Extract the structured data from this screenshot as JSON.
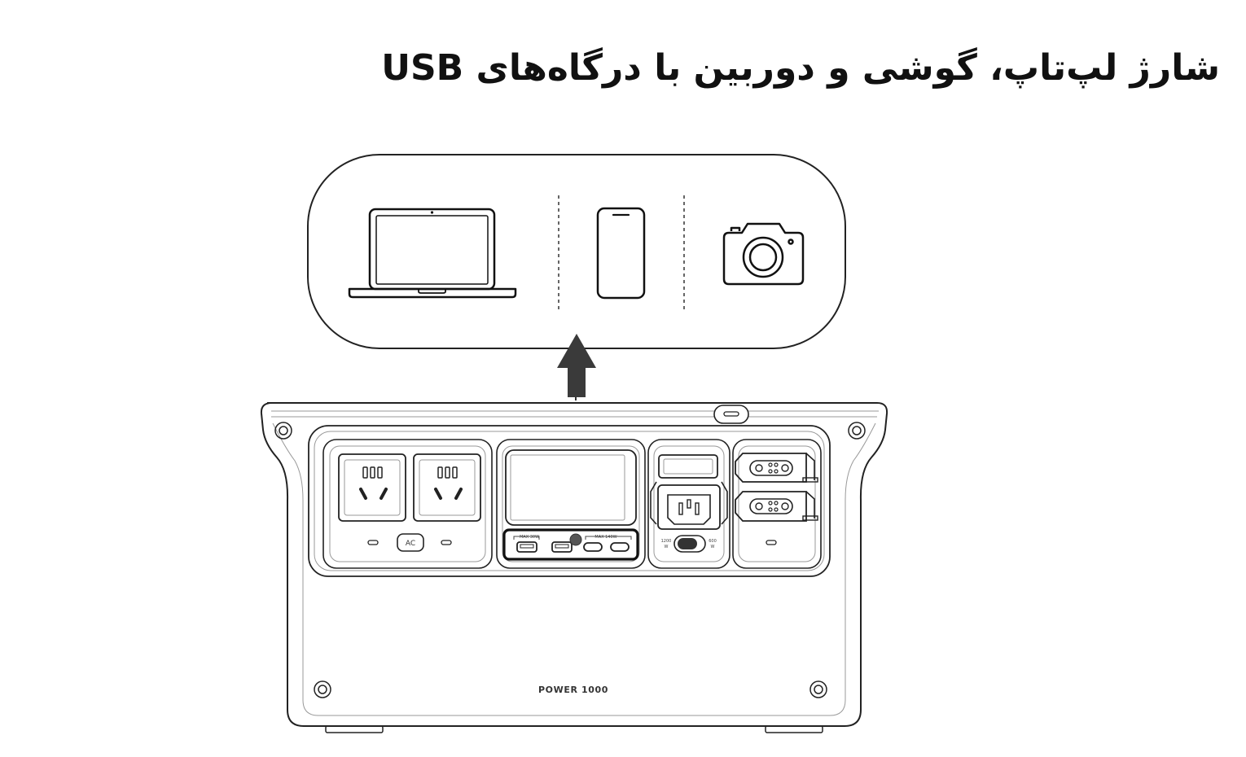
{
  "title": "شارژ لپ‌تاپ، گوشی و دوربین با درگاه‌های USB",
  "device": {
    "model_label": "POWER 1000",
    "ac_button_label": "AC",
    "usb_a_group_label": "MAX 30W",
    "usb_c_group_label": "MAX 140W",
    "mode_left_value": "1200",
    "mode_left_unit": "W",
    "mode_right_value": "600",
    "mode_right_unit": "W"
  },
  "devices_panel": {
    "items": [
      "laptop-icon",
      "smartphone-icon",
      "camera-icon"
    ]
  },
  "colors": {
    "line": "#222222",
    "light_line": "#777777",
    "arrow": "#3a3a3a"
  }
}
